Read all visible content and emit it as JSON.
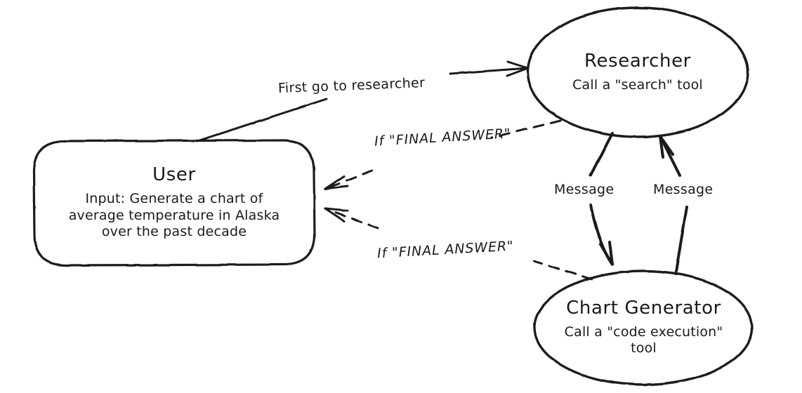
{
  "diagram": {
    "type": "agent-workflow",
    "style": "hand-drawn",
    "background_color": "#ffffff",
    "stroke_color": "#1a1a1a",
    "nodes": [
      {
        "id": "user",
        "shape": "rounded-rectangle",
        "title": "User",
        "subtitle_lines": [
          "Input: Generate a chart of",
          "average temperature in Alaska",
          "over the past decade"
        ]
      },
      {
        "id": "researcher",
        "shape": "ellipse",
        "title": "Researcher",
        "subtitle_lines": [
          "Call a \"search\" tool"
        ]
      },
      {
        "id": "chart_generator",
        "shape": "ellipse",
        "title": "Chart Generator",
        "subtitle_lines": [
          "Call a \"code execution\"",
          "tool"
        ]
      }
    ],
    "edges": [
      {
        "id": "user-to-researcher",
        "from": "user",
        "to": "researcher",
        "label": "First go to researcher",
        "line_style": "solid",
        "arrow": "end"
      },
      {
        "id": "researcher-to-user",
        "from": "researcher",
        "to": "user",
        "label": "If \"FINAL ANSWER\"",
        "line_style": "dashed",
        "arrow": "end"
      },
      {
        "id": "chart-generator-to-user",
        "from": "chart_generator",
        "to": "user",
        "label": "If \"FINAL ANSWER\"",
        "line_style": "dashed",
        "arrow": "end"
      },
      {
        "id": "researcher-to-chart-generator",
        "from": "researcher",
        "to": "chart_generator",
        "label": "Message",
        "line_style": "solid",
        "arrow": "end"
      },
      {
        "id": "chart-generator-to-researcher",
        "from": "chart_generator",
        "to": "researcher",
        "label": "Message",
        "line_style": "solid",
        "arrow": "end"
      }
    ]
  }
}
